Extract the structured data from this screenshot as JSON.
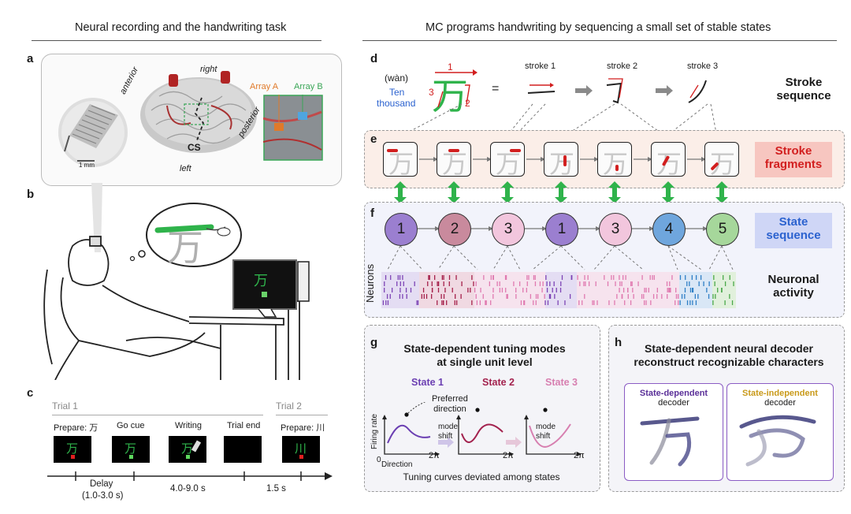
{
  "headers": {
    "left": "Neural recording and the handwriting task",
    "right": "MC programs handwriting by sequencing a small set of stable states"
  },
  "panel_a": {
    "letter": "a",
    "scale": "1 mm",
    "dir_right": "right",
    "dir_anterior": "anterior",
    "dir_posterior": "posterior",
    "dir_left": "left",
    "cs": "CS",
    "array_a": "Array A",
    "array_b": "Array B",
    "colors": {
      "array_a": "#e07a2a",
      "array_b": "#3aa657"
    }
  },
  "panel_b": {
    "letter": "b",
    "char": "万"
  },
  "panel_c": {
    "letter": "c",
    "trial1": "Trial 1",
    "trial2": "Trial 2",
    "phases": [
      "Prepare: 万",
      "Go cue",
      "Writing",
      "Trial end",
      "Prepare: 川"
    ],
    "tile_chars": [
      "万",
      "万",
      "万",
      "",
      "川"
    ],
    "delay": "Delay",
    "delay_range": "(1.0-3.0 s)",
    "writing_time": "4.0-9.0 s",
    "end_time": "1.5 s"
  },
  "panel_d": {
    "letter": "d",
    "pinyin": "(wàn)",
    "meaning1": "Ten",
    "meaning2": "thousand",
    "char": "万",
    "num1": "1",
    "num2": "2",
    "num3": "3",
    "equals": "=",
    "strokes": [
      "stroke 1",
      "stroke 2",
      "stroke 3"
    ],
    "stroke_glyphs": [
      "一",
      "𠃌",
      "丿"
    ],
    "label1": "Stroke",
    "label2": "sequence"
  },
  "panel_e": {
    "letter": "e",
    "cell_char": "万",
    "label1": "Stroke",
    "label2": "fragments",
    "colors": {
      "bg": "#fbeee8",
      "label_bg": "#f7c6c0",
      "label_fg": "#d21f1f"
    }
  },
  "panel_f": {
    "letter": "f",
    "states": [
      "1",
      "2",
      "3",
      "1",
      "3",
      "4",
      "5"
    ],
    "state_colors": [
      "#9b7fd0",
      "#c98a9d",
      "#f2c6dd",
      "#9b7fd0",
      "#f2c6dd",
      "#6fa6dd",
      "#a6d79b"
    ],
    "label1": "State",
    "label2": "sequence",
    "neurons": "Neurons",
    "act1": "Neuronal",
    "act2": "activity",
    "colors": {
      "bg": "#f2f3fb",
      "label_bg": "#cfd6f6",
      "label_fg": "#2b62cf"
    }
  },
  "panel_g": {
    "letter": "g",
    "title1": "State-dependent tuning modes",
    "title2": "at single unit level",
    "state_names": [
      "State 1",
      "State 2",
      "State 3"
    ],
    "state_colors": [
      "#6b3fb2",
      "#a3224e",
      "#d77fb0"
    ],
    "preferred1": "Preferred",
    "preferred2": "direction",
    "mode": "mode",
    "shift": "shift",
    "ylabel": "Firing rate",
    "xlabel": "Direction",
    "x0": "0",
    "x2pi": "2π",
    "caption": "Tuning curves deviated among states"
  },
  "panel_h": {
    "letter": "h",
    "title1": "State-dependent neural decoder",
    "title2": "reconstruct recognizable characters",
    "left_title": "State-dependent",
    "left_sub": "decoder",
    "right_title": "State-independent",
    "right_sub": "decoder",
    "colors": {
      "left_title": "#5a2f98",
      "right_title": "#c99a1a"
    }
  }
}
